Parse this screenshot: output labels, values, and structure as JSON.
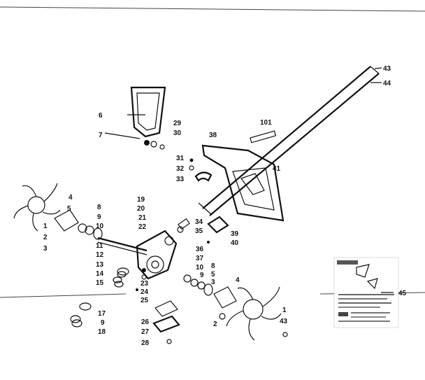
{
  "diagram": {
    "part_numbers": {
      "p1_left": "1",
      "p2_left": "2",
      "p3": "3",
      "p4_left": "4",
      "p5_left": "5",
      "p6": "6",
      "p7": "7",
      "p8_left": "8",
      "p9_left": "9",
      "p10_left": "10",
      "p11": "11",
      "p12": "12",
      "p13": "13",
      "p14": "14",
      "p15": "15",
      "p17": "17",
      "p9_low": "9",
      "p18": "18",
      "p19": "19",
      "p20": "20",
      "p21": "21",
      "p22": "22",
      "p23": "23",
      "p24": "24",
      "p25": "25",
      "p26": "26",
      "p27": "27",
      "p28": "28",
      "p29": "29",
      "p30": "30",
      "p31": "31",
      "p32": "32",
      "p33": "33",
      "p34": "34",
      "p35": "35",
      "p36": "36",
      "p37": "37",
      "p10_right": "10",
      "p9_right": "9",
      "p8_right": "8",
      "p5_right": "5",
      "p3_right": "3",
      "p4_right": "4",
      "p1_right": "1",
      "p2_right": "2",
      "p43_low": "43",
      "p38": "38",
      "p39": "39",
      "p40": "40",
      "p41": "41",
      "p101": "101",
      "p43_top": "43",
      "p44": "44",
      "p45": "45"
    },
    "instruction_sheet_text": {
      "line1": "═══════════",
      "line2": "▓▓ ▒▒▒ ▓▓▓"
    }
  }
}
